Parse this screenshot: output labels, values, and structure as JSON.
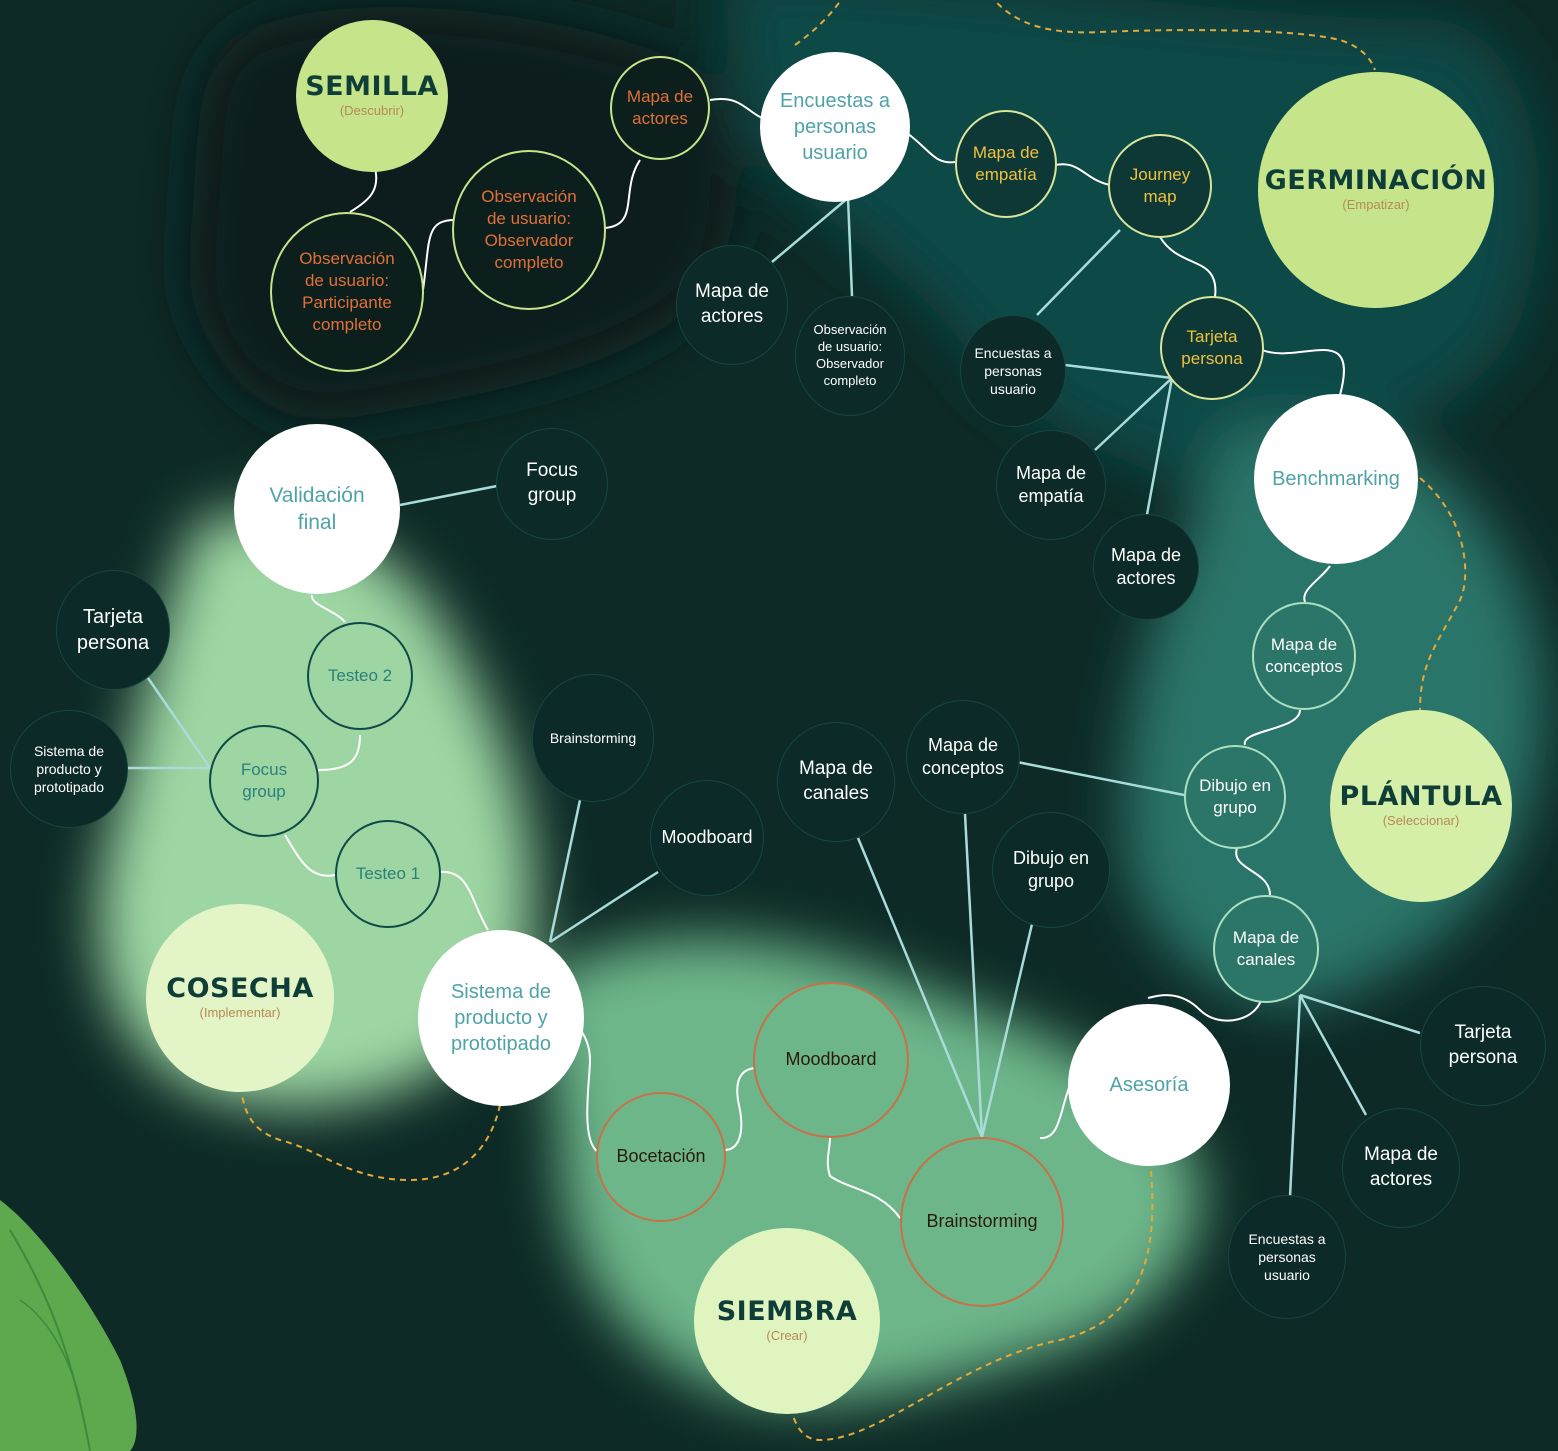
{
  "colors": {
    "background": "#0d2a26",
    "dark_zone": "#0a1d1b",
    "teal_zone": "#0f4a46",
    "teal_zone_2": "#2c7569",
    "light_green_zone": "#9dd6a3",
    "mid_green_zone": "#6db68a",
    "phase_fill": "#c6e58a",
    "phase_title": "#0f3d37",
    "phase_sub": "#b58a56",
    "orange_text": "#e0703a",
    "orange_ring": "#c87148",
    "yellow_text": "#f0c040",
    "white_node_text": "#4fa3a8",
    "connector": "#a9dcd9",
    "dashed": "#e5a939"
  },
  "phases": {
    "semilla": {
      "title": "SEMILLA",
      "subtitle": "(Descubrir)"
    },
    "germinacion": {
      "title": "GERMINACIÓN",
      "subtitle": "(Empatizar)"
    },
    "plantula": {
      "title": "PLÁNTULA",
      "subtitle": "(Seleccionar)"
    },
    "siembra": {
      "title": "SIEMBRA",
      "subtitle": "(Crear)"
    },
    "cosecha": {
      "title": "COSECHA",
      "subtitle": "(Implementar)"
    }
  },
  "milestones": {
    "encuestas": "Encuestas a\npersonas\nusuario",
    "benchmarking": "Benchmarking",
    "asesoria": "Asesoría",
    "sistema": "Sistema de\nproducto y\nprototipado",
    "validacion": "Validación\nfinal"
  },
  "methods": {
    "semilla_participante": "Observación\nde usuario:\nParticipante\ncompleto",
    "semilla_observador": "Observación\nde usuario:\nObservador\ncompleto",
    "semilla_mapa_actores": "Mapa de\nactores",
    "germ_mapa_empatia": "Mapa de\nempatía",
    "germ_journey": "Journey\nmap",
    "germ_tarjeta": "Tarjeta\npersona",
    "plant_mapa_conceptos": "Mapa de\nconceptos",
    "plant_dibujo": "Dibujo en\ngrupo",
    "plant_mapa_canales": "Mapa de\ncanales",
    "siem_moodboard": "Moodboard",
    "siem_bocetacion": "Bocetación",
    "siem_brainstorming": "Brainstorming",
    "cos_testeo1": "Testeo 1",
    "cos_focus": "Focus\ngroup",
    "cos_testeo2": "Testeo 2"
  },
  "alternatives": {
    "enc_mapa_actores": "Mapa de\nactores",
    "enc_observacion": "Observación\nde usuario:\nObservador\ncompleto",
    "tar_encuestas": "Encuestas a\npersonas\nusuario",
    "tar_mapa_empatia": "Mapa de\nempatía",
    "tar_mapa_actores": "Mapa de\nactores",
    "can_tarjeta": "Tarjeta\npersona",
    "can_mapa_actores": "Mapa de\nactores",
    "can_encuestas": "Encuestas a\npersonas\nusuario",
    "br_mapa_canales": "Mapa de\ncanales",
    "br_mapa_conceptos": "Mapa de\nconceptos",
    "br_dibujo": "Dibujo en\ngrupo",
    "sis_brainstorming": "Brainstorming",
    "sis_moodboard": "Moodboard",
    "foc_tarjeta": "Tarjeta\npersona",
    "foc_sistema": "Sistema de\nproducto y\nprototipado",
    "val_focus": "Focus\ngroup"
  }
}
